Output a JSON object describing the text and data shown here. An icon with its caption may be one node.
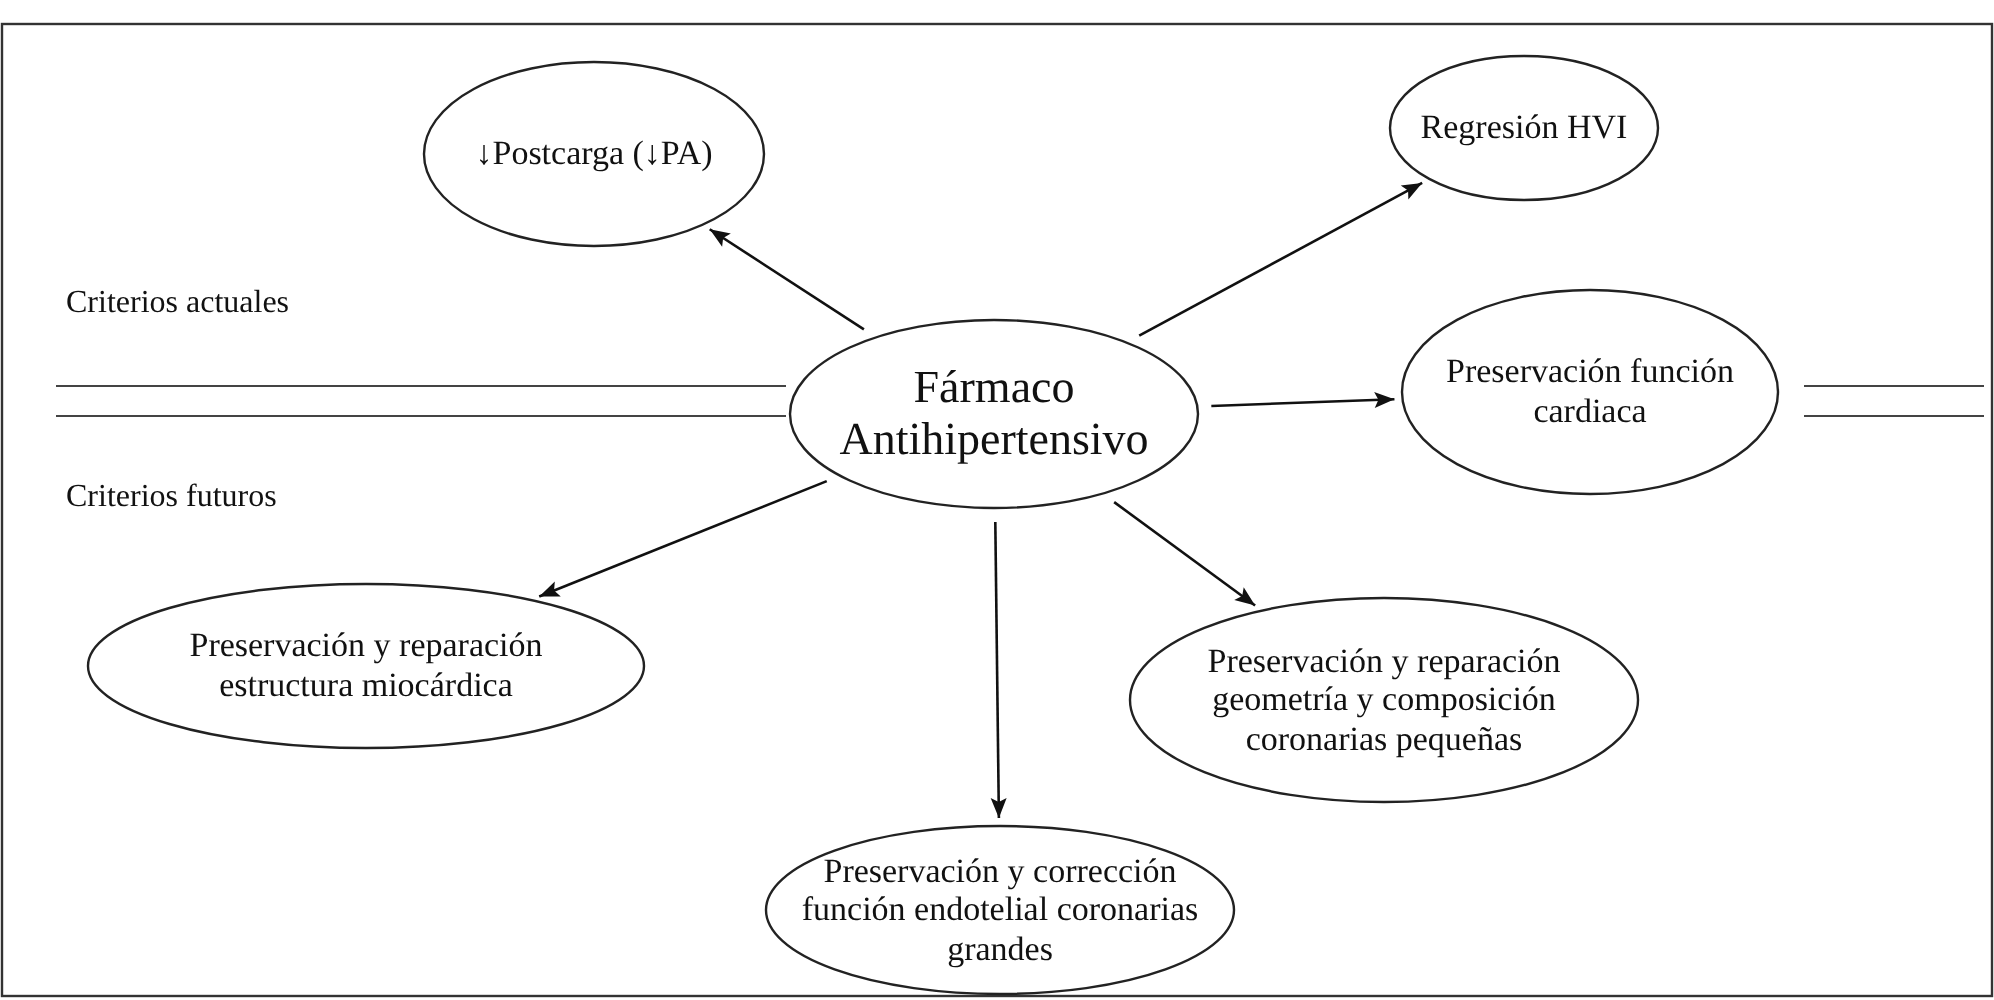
{
  "diagram": {
    "nodes": [
      {
        "text": [
          "Fármaco Antihipertensivo"
        ]
      },
      {
        "text": [
          "↓Postcarga (↓PA)"
        ]
      },
      {
        "text": [
          "Regresión HVI"
        ]
      },
      {
        "text": [
          "Preservación función cardiaca"
        ]
      },
      {
        "text": [
          "Preservación y reparación estructura miocárdica"
        ]
      },
      {
        "text": [
          "Preservación y corrección función endotelial coronarias grandes"
        ]
      },
      {
        "text": [
          "Preservación y reparación geometría y composición coronarias pequeñas"
        ]
      }
    ],
    "edges": [
      {
        "from": 0,
        "to": 1,
        "arrow": "to"
      },
      {
        "from": 0,
        "to": 2,
        "arrow": "to"
      },
      {
        "from": 0,
        "to": 3,
        "arrow": "to"
      },
      {
        "from": 0,
        "to": 4,
        "arrow": "to"
      },
      {
        "from": 0,
        "to": 5,
        "arrow": "to"
      },
      {
        "from": 0,
        "to": 6,
        "arrow": "to"
      }
    ],
    "labels": [
      "Criterios actuales",
      "Criterios futuros"
    ]
  }
}
